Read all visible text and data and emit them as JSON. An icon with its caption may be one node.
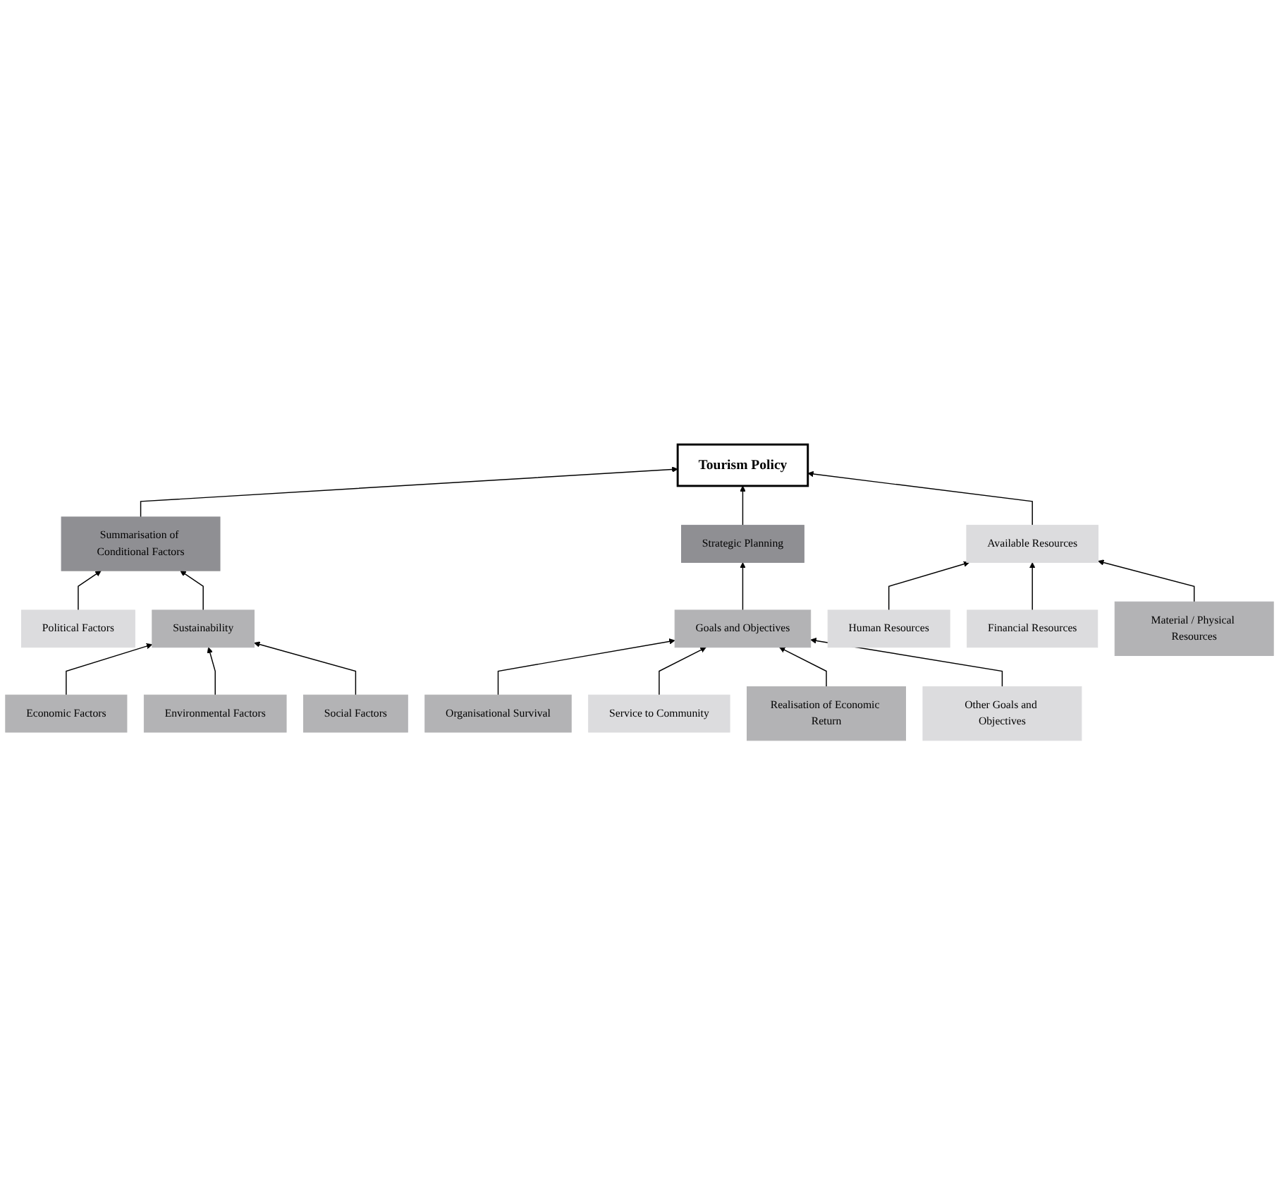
{
  "diagram": {
    "nodes": [
      {
        "text": [
          "Tourism Policy"
        ]
      },
      {
        "text": [
          "Summarisation of Conditional Factors"
        ]
      },
      {
        "text": [
          "Strategic Planning"
        ]
      },
      {
        "text": [
          "Available Resources"
        ]
      },
      {
        "text": [
          "Goals and Objectives"
        ]
      },
      {
        "text": [
          "Political Factors"
        ]
      },
      {
        "text": [
          "Sustainability"
        ]
      },
      {
        "text": [
          "Human Resources"
        ]
      },
      {
        "text": [
          "Financial Resources"
        ]
      },
      {
        "text": [
          "Material / Physical Resources"
        ]
      },
      {
        "text": [
          "Organisational Survival"
        ]
      },
      {
        "text": [
          "Service to Community"
        ]
      },
      {
        "text": [
          "Realisation of Economic Return"
        ]
      },
      {
        "text": [
          "Other Goals and Objectives"
        ]
      },
      {
        "text": [
          "Economic Factors"
        ]
      },
      {
        "text": [
          "Environmental Factors"
        ]
      },
      {
        "text": [
          "Social Factors"
        ]
      }
    ],
    "edges": [
      {
        "from": 1,
        "to": 0,
        "arrow": "to"
      },
      {
        "from": 2,
        "to": 0,
        "arrow": "to"
      },
      {
        "from": 3,
        "to": 0,
        "arrow": "to"
      },
      {
        "from": 4,
        "to": 2,
        "arrow": "to"
      },
      {
        "from": 5,
        "to": 1,
        "arrow": "to"
      },
      {
        "from": 6,
        "to": 1,
        "arrow": "to"
      },
      {
        "from": 7,
        "to": 3,
        "arrow": "to"
      },
      {
        "from": 8,
        "to": 3,
        "arrow": "to"
      },
      {
        "from": 9,
        "to": 3,
        "arrow": "to"
      },
      {
        "from": 10,
        "to": 4,
        "arrow": "to"
      },
      {
        "from": 11,
        "to": 4,
        "arrow": "to"
      },
      {
        "from": 12,
        "to": 4,
        "arrow": "to"
      },
      {
        "from": 13,
        "to": 4,
        "arrow": "to"
      },
      {
        "from": 14,
        "to": 6,
        "arrow": "to"
      },
      {
        "from": 15,
        "to": 6,
        "arrow": "to"
      },
      {
        "from": 16,
        "to": 6,
        "arrow": "to"
      }
    ]
  }
}
